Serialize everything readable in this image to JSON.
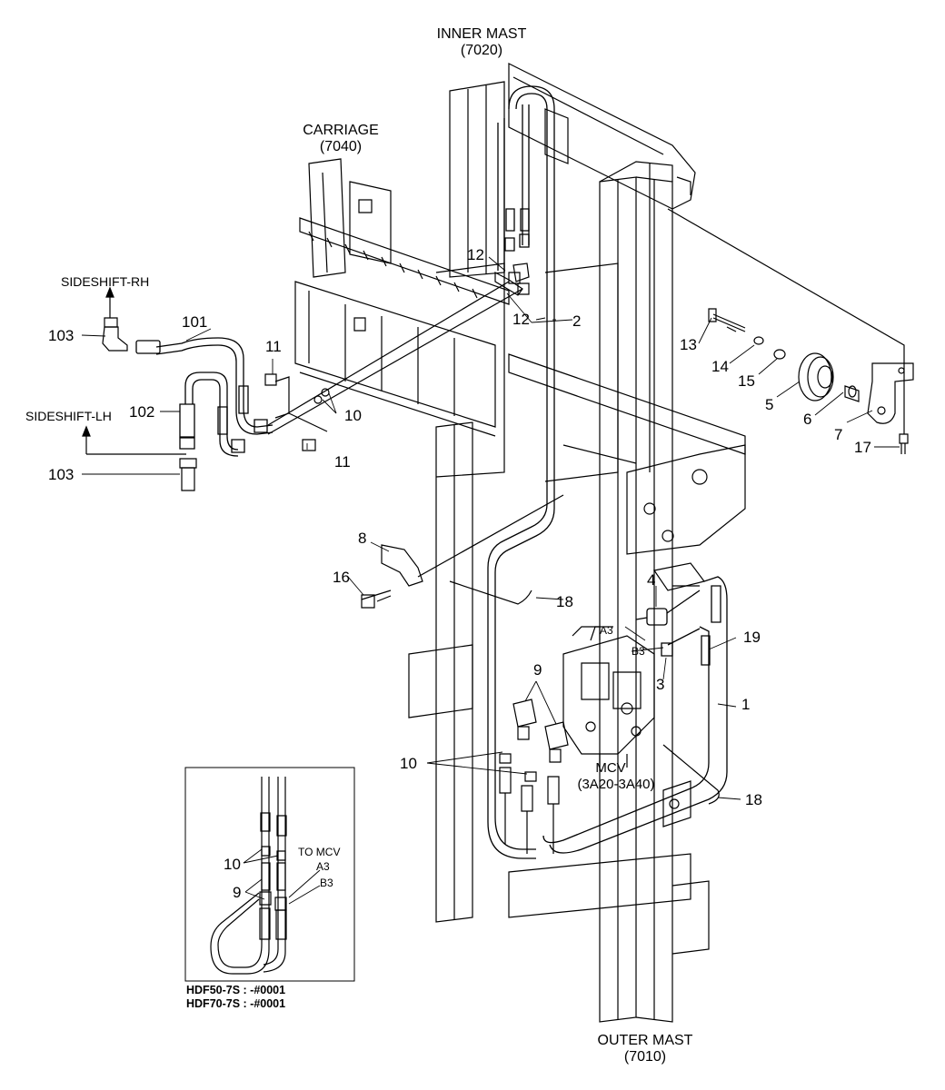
{
  "titles": {
    "inner_mast": "INNER MAST",
    "inner_mast_code": "(7020)",
    "carriage": "CARRIAGE",
    "carriage_code": "(7040)",
    "outer_mast": "OUTER MAST",
    "outer_mast_code": "(7010)",
    "sideshift_rh": "SIDESHIFT-RH",
    "sideshift_lh": "SIDESHIFT-LH",
    "mcv": "MCV",
    "mcv_code": "(3A20-3A40)",
    "port_a3": "A3",
    "port_b3": "B3"
  },
  "callouts": {
    "c1": "1",
    "c2": "2",
    "c3": "3",
    "c4": "4",
    "c5": "5",
    "c6": "6",
    "c7": "7",
    "c8": "8",
    "c9": "9",
    "c10": "10",
    "c11": "11",
    "c12": "12",
    "c13": "13",
    "c14": "14",
    "c15": "15",
    "c16": "16",
    "c17": "17",
    "c18": "18",
    "c19": "19",
    "c101": "101",
    "c102": "102",
    "c103": "103"
  },
  "inset": {
    "to_mcv": "TO MCV",
    "a3": "A3",
    "b3": "B3",
    "c10": "10",
    "c9": "9",
    "note_line1": "HDF50-7S : -#0001",
    "note_line2": "HDF70-7S : -#0001"
  }
}
